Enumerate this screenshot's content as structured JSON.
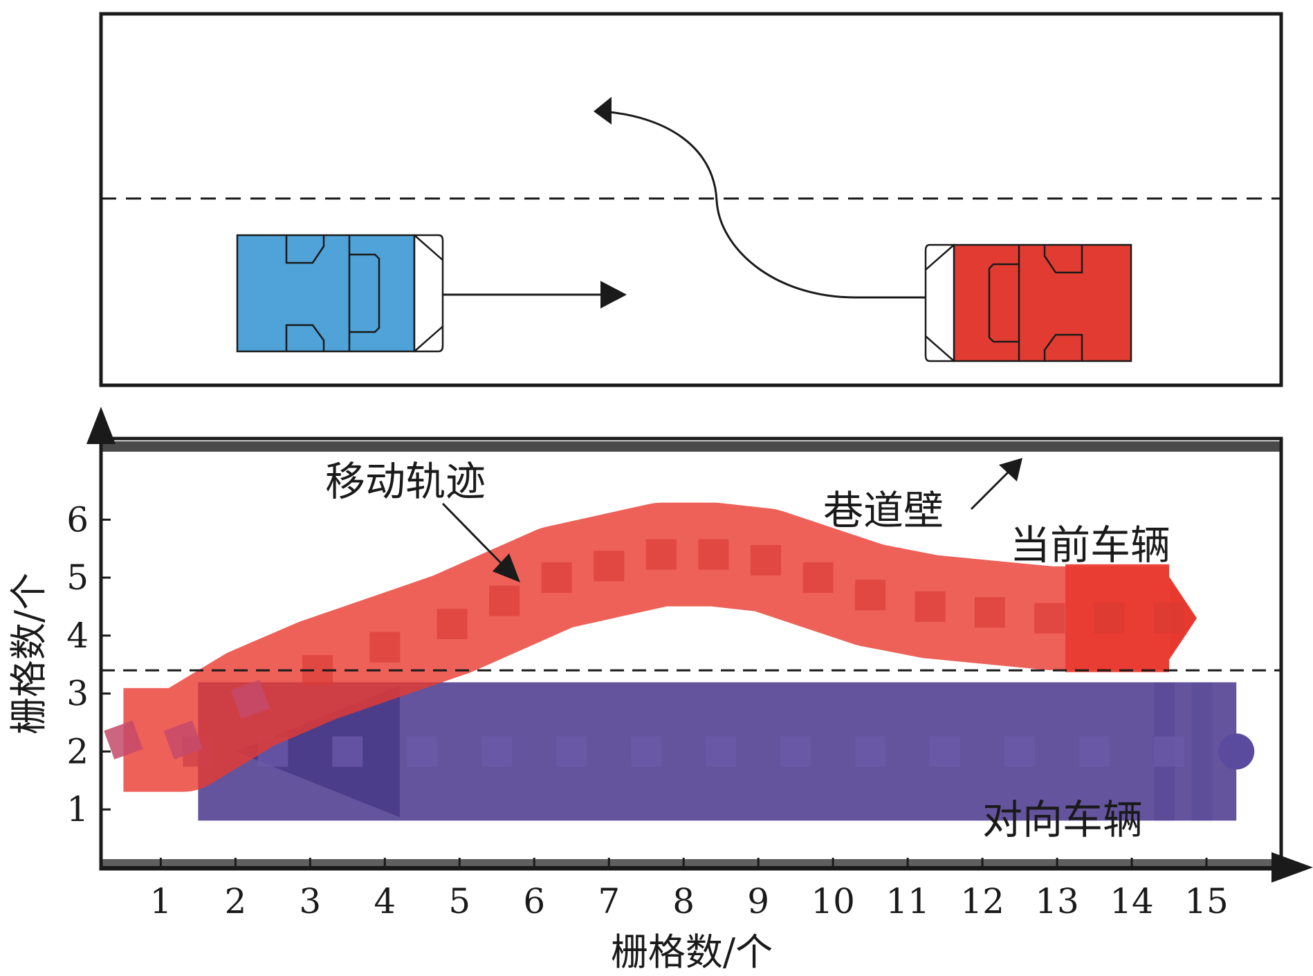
{
  "top_scene": {
    "blue_vehicle_color": "#4fa3d8",
    "red_vehicle_color": "#e23c32"
  },
  "plot": {
    "x_ticks": [
      "1",
      "2",
      "3",
      "4",
      "5",
      "6",
      "7",
      "8",
      "9",
      "10",
      "11",
      "12",
      "13",
      "14",
      "15"
    ],
    "y_ticks": [
      "1",
      "2",
      "3",
      "4",
      "5",
      "6"
    ],
    "x_axis_title": "栅格数/个",
    "y_axis_title": "栅格数/个",
    "labels": {
      "trajectory": "移动轨迹",
      "wall": "巷道壁",
      "current_vehicle": "当前车辆",
      "oncoming_vehicle": "对向车辆"
    },
    "colors": {
      "current": "#e8392f",
      "oncoming": "#4d3c8f"
    }
  },
  "chart_data": {
    "type": "line",
    "xlim": [
      0.2,
      16.0
    ],
    "ylim": [
      0,
      7.4
    ],
    "lane_divider_y": 3.4,
    "series": [
      {
        "name": "当前车辆",
        "x": [
          0.5,
          1.3,
          2.2,
          3.1,
          4.0,
          4.9,
          5.6,
          6.3,
          7.0,
          7.7,
          8.4,
          9.1,
          9.8,
          10.5,
          11.3,
          12.1,
          12.9,
          13.7,
          14.5
        ],
        "y": [
          2.2,
          2.2,
          2.9,
          3.4,
          3.8,
          4.2,
          4.6,
          5.0,
          5.2,
          5.4,
          5.4,
          5.3,
          5.0,
          4.7,
          4.5,
          4.4,
          4.3,
          4.3,
          4.3
        ]
      },
      {
        "name": "对向车辆",
        "x": [
          15.4,
          14.5,
          13.5,
          12.5,
          11.5,
          10.5,
          9.5,
          8.5,
          7.5,
          6.5,
          5.5,
          4.5,
          3.5,
          2.5,
          1.5
        ],
        "y": [
          2.0,
          2.0,
          2.0,
          2.0,
          2.0,
          2.0,
          2.0,
          2.0,
          2.0,
          2.0,
          2.0,
          2.0,
          2.0,
          2.0,
          2.0
        ]
      }
    ]
  }
}
